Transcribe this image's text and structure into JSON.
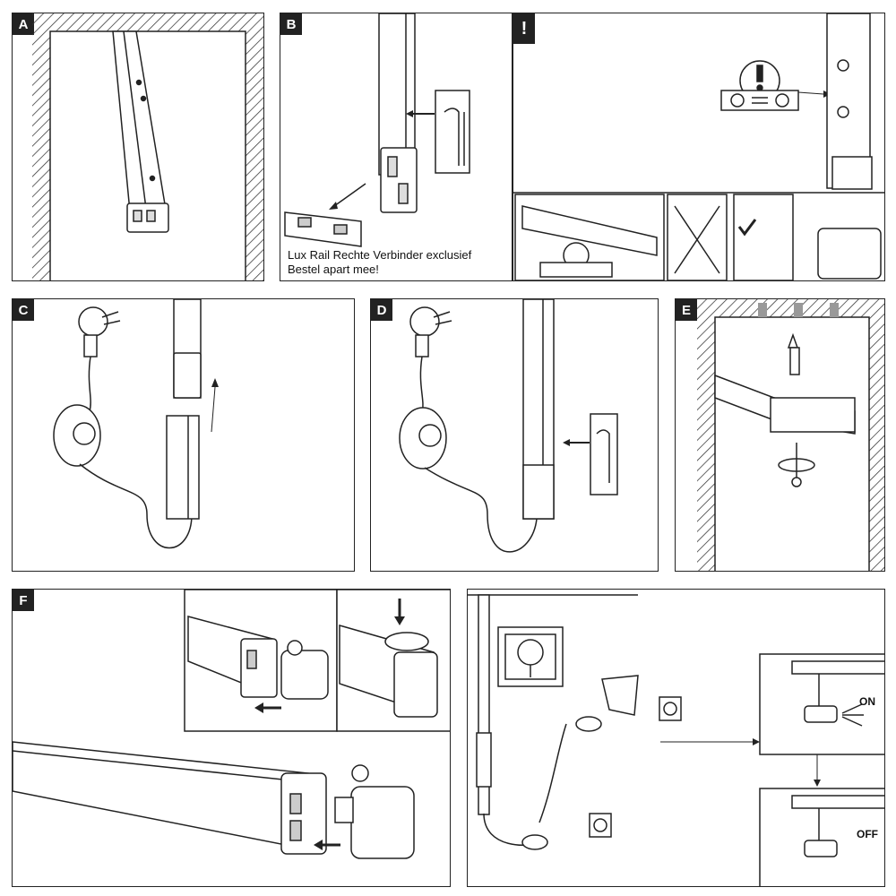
{
  "panels": {
    "a": {
      "tag": "A"
    },
    "b": {
      "tag": "B",
      "note_line1": "Lux Rail Rechte Verbinder exclusief",
      "note_line2": "Bestel apart mee!"
    },
    "warn": {
      "tag": "!"
    },
    "c": {
      "tag": "C"
    },
    "d": {
      "tag": "D"
    },
    "e": {
      "tag": "E"
    },
    "f": {
      "tag": "F"
    },
    "g": {
      "label_on": "ON",
      "label_off": "OFF"
    }
  },
  "icons": [
    "hand-arrow-icon",
    "eye-warning-icon",
    "ground-symbol-icon",
    "check-icon",
    "plug-icon",
    "dimmer-icon",
    "screw-icon",
    "wall-plug-icon",
    "end-cap-icon",
    "socket-icon",
    "spotlight-icon"
  ]
}
